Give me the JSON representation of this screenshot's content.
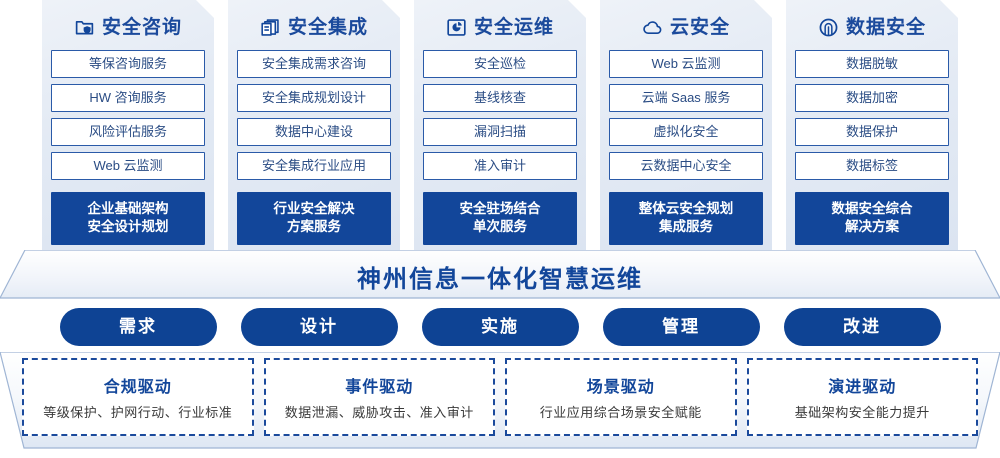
{
  "columns": [
    {
      "icon": "folder-shield-icon",
      "title": "安全咨询",
      "items": [
        "等保咨询服务",
        "HW 咨询服务",
        "风险评估服务",
        "Web 云监测"
      ],
      "highlight": [
        "企业基础架构",
        "安全设计规划"
      ]
    },
    {
      "icon": "stacked-documents-icon",
      "title": "安全集成",
      "items": [
        "安全集成需求咨询",
        "安全集成规划设计",
        "数据中心建设",
        "安全集成行业应用"
      ],
      "highlight": [
        "行业安全解决",
        "方案服务"
      ]
    },
    {
      "icon": "monitor-chart-icon",
      "title": "安全运维",
      "items": [
        "安全巡检",
        "基线核查",
        "漏洞扫描",
        "准入审计"
      ],
      "highlight": [
        "安全驻场结合",
        "单次服务"
      ]
    },
    {
      "icon": "cloud-icon",
      "title": "云安全",
      "items": [
        "Web 云监测",
        "云端 Saas 服务",
        "虚拟化安全",
        "云数据中心安全"
      ],
      "highlight": [
        "整体云安全规划",
        "集成服务"
      ]
    },
    {
      "icon": "fingerprint-icon",
      "title": "数据安全",
      "items": [
        "数据脱敏",
        "数据加密",
        "数据保护",
        "数据标签"
      ],
      "highlight": [
        "数据安全综合",
        "解决方案"
      ]
    }
  ],
  "banner": {
    "text": "神州信息一体化智慧运维"
  },
  "phases": [
    {
      "label": "需求"
    },
    {
      "label": "设计"
    },
    {
      "label": "实施"
    },
    {
      "label": "管理"
    },
    {
      "label": "改进"
    }
  ],
  "drivers": [
    {
      "title": "合规驱动",
      "subtitle": "等级保护、护网行动、行业标准"
    },
    {
      "title": "事件驱动",
      "subtitle": "数据泄漏、威胁攻击、准入审计"
    },
    {
      "title": "场景驱动",
      "subtitle": "行业应用综合场景安全赋能"
    },
    {
      "title": "演进驱动",
      "subtitle": "基础架构安全能力提升"
    }
  ],
  "colors": {
    "brand_blue": "#12469a",
    "deep_blue": "#0e4394",
    "text_blue": "#2a4c84",
    "panel_bg": "#e3eaf4"
  }
}
